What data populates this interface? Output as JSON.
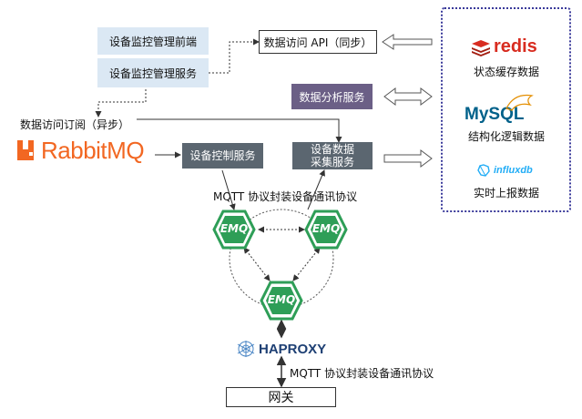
{
  "services": {
    "frontend": "设备监控管理前端",
    "backend": "设备监控管理服务",
    "data_api": "数据访问 API（同步）",
    "analysis": "数据分析服务",
    "control": "设备控制服务",
    "collect_line1": "设备数据",
    "collect_line2": "采集服务"
  },
  "labels": {
    "subscribe": "数据访问订阅（异步）",
    "mqtt_top": "MQTT 协议封装设备通讯协议",
    "mqtt_bottom": "MQTT 协议封装设备通讯协议",
    "gateway": "网关"
  },
  "logos": {
    "rabbitmq": "RabbitMQ",
    "emq": "EMQ",
    "haproxy": "HAPROXY",
    "redis": "redis",
    "mysql": "MySQL",
    "influx": "influxdb"
  },
  "stores": {
    "redis_caption": "状态缓存数据",
    "mysql_caption": "结构化逻辑数据",
    "influx_caption": "实时上报数据"
  },
  "colors": {
    "light_box": "#dbe8f4",
    "dark_box": "#5b6670",
    "purple_box": "#6b5f86",
    "emq_green": "#2e9e57",
    "rabbit_orange": "#f26722",
    "redis_red": "#d82c20",
    "mysql_blue": "#00618a",
    "influx_blue": "#22adf6",
    "panel_border": "#3a3a9a"
  }
}
